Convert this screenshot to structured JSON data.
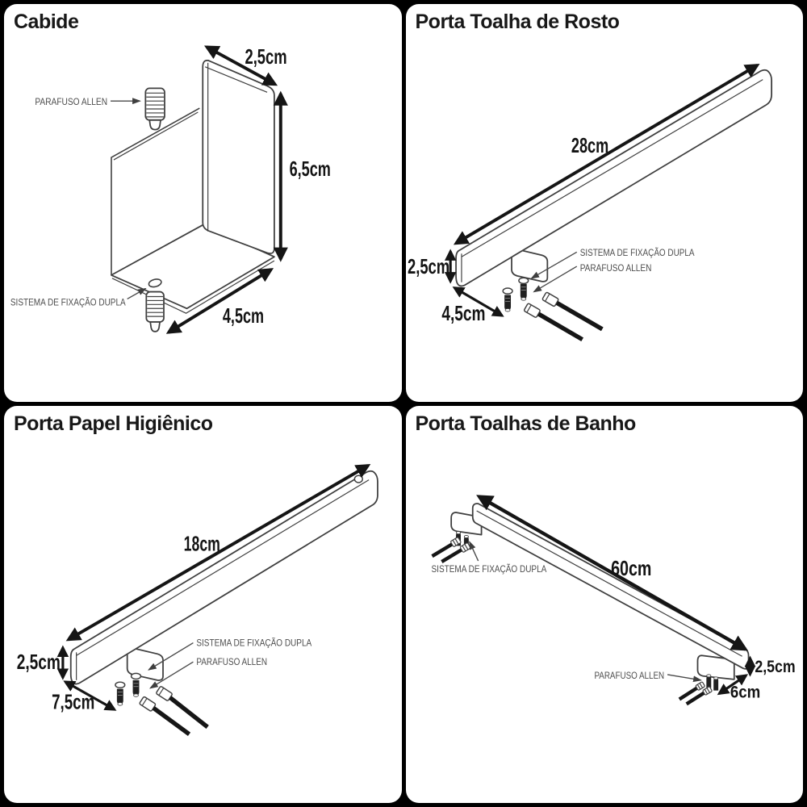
{
  "meta": {
    "type": "technical-product-dimension-diagram",
    "language": "pt-BR"
  },
  "colors": {
    "background": "#000000",
    "panel": "#ffffff",
    "drawing_outline": "#3f3f3f",
    "dimension_arrow": "#151515",
    "dimension_text": "#141414",
    "part_label_text": "#4d4d4d"
  },
  "panels": {
    "cabide": {
      "title": "Cabide",
      "label_parafuso": "PARAFUSO ALLEN",
      "label_sistema": "SISTEMA DE FIXAÇÃO DUPLA",
      "dim_width": "2,5cm",
      "dim_height": "6,5cm",
      "dim_depth": "4,5cm"
    },
    "rosto": {
      "title": "Porta Toalha de Rosto",
      "label_sistema": "SISTEMA DE FIXAÇÃO DUPLA",
      "label_parafuso": "PARAFUSO ALLEN",
      "dim_length": "28cm",
      "dim_height": "2,5cm",
      "dim_depth": "4,5cm"
    },
    "papel": {
      "title": "Porta Papel Higiênico",
      "label_sistema": "SISTEMA DE FIXAÇÃO DUPLA",
      "label_parafuso": "PARAFUSO ALLEN",
      "dim_length": "18cm",
      "dim_height": "2,5cm",
      "dim_depth": "7,5cm"
    },
    "banho": {
      "title": "Porta Toalhas de Banho",
      "label_sistema": "SISTEMA DE FIXAÇÃO DUPLA",
      "label_parafuso": "PARAFUSO ALLEN",
      "dim_length": "60cm",
      "dim_height": "2,5cm",
      "dim_depth": "6cm"
    }
  }
}
